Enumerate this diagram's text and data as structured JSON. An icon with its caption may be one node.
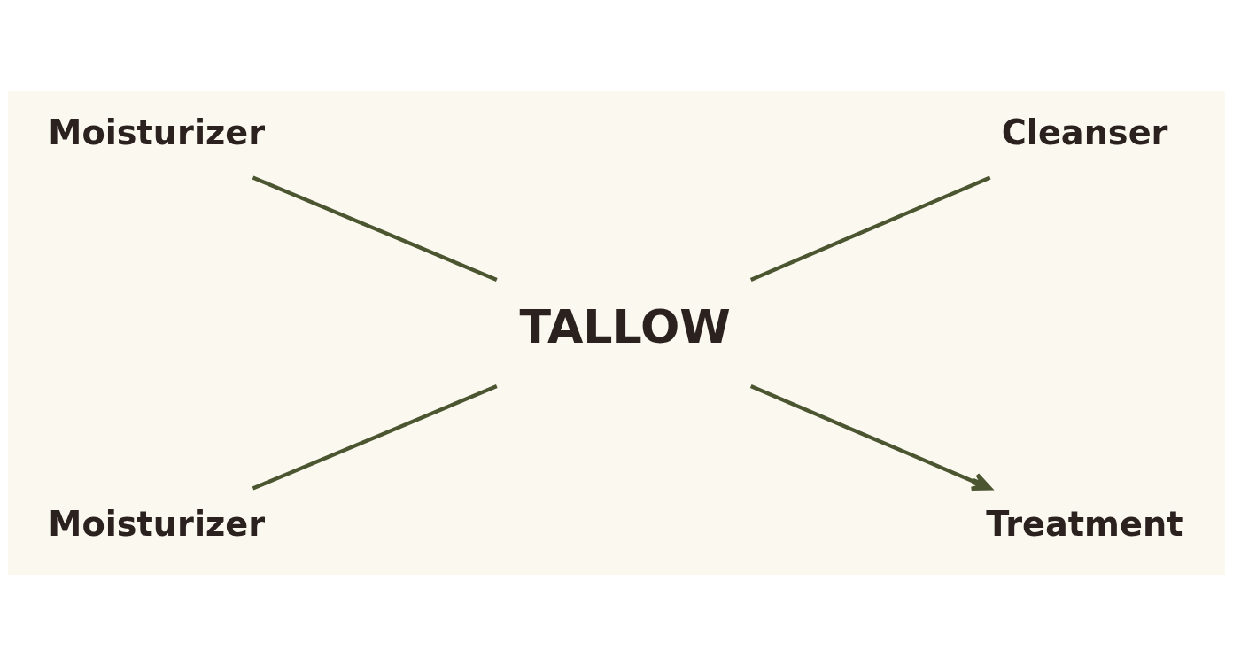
{
  "diagram": {
    "nodes": [
      {
        "text": [
          "Moisturizer"
        ]
      },
      {
        "text": [
          "Cleanser"
        ]
      },
      {
        "text": [
          "TALLOW"
        ]
      },
      {
        "text": [
          "Moisturizer"
        ]
      },
      {
        "text": [
          "Treatment"
        ]
      }
    ],
    "edges": [
      {
        "from": 0,
        "to": 2,
        "arrow": "none"
      },
      {
        "from": 2,
        "to": 1,
        "arrow": "none"
      },
      {
        "from": 3,
        "to": 2,
        "arrow": "none"
      },
      {
        "from": 2,
        "to": 4,
        "arrow": "to"
      }
    ]
  }
}
